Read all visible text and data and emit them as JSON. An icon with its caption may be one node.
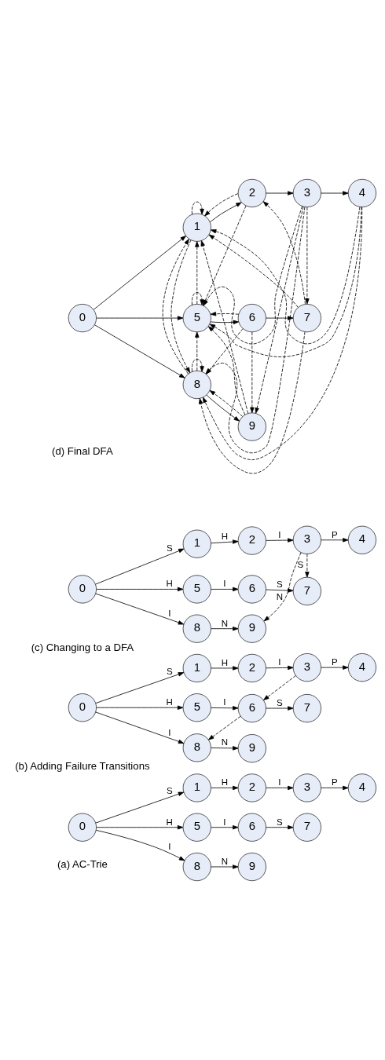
{
  "diagram": {
    "nodes": [
      {
        "text": [
          "0"
        ]
      },
      {
        "text": [
          "1"
        ]
      },
      {
        "text": [
          "2"
        ]
      },
      {
        "text": [
          "3"
        ]
      },
      {
        "text": [
          "4"
        ]
      },
      {
        "text": [
          "5"
        ]
      },
      {
        "text": [
          "6"
        ]
      },
      {
        "text": [
          "7"
        ]
      },
      {
        "text": [
          "8"
        ]
      },
      {
        "text": [
          "9"
        ]
      },
      {
        "text": [
          "0"
        ]
      },
      {
        "text": [
          "1"
        ]
      },
      {
        "text": [
          "2"
        ]
      },
      {
        "text": [
          "3"
        ]
      },
      {
        "text": [
          "4"
        ]
      },
      {
        "text": [
          "5"
        ]
      },
      {
        "text": [
          "6"
        ]
      },
      {
        "text": [
          "7"
        ]
      },
      {
        "text": [
          "8"
        ]
      },
      {
        "text": [
          "9"
        ]
      },
      {
        "text": [
          "0"
        ]
      },
      {
        "text": [
          "1"
        ]
      },
      {
        "text": [
          "2"
        ]
      },
      {
        "text": [
          "3"
        ]
      },
      {
        "text": [
          "4"
        ]
      },
      {
        "text": [
          "5"
        ]
      },
      {
        "text": [
          "6"
        ]
      },
      {
        "text": [
          "7"
        ]
      },
      {
        "text": [
          "8"
        ]
      },
      {
        "text": [
          "9"
        ]
      },
      {
        "text": [
          "0"
        ]
      },
      {
        "text": [
          "1"
        ]
      },
      {
        "text": [
          "2"
        ]
      },
      {
        "text": [
          "3"
        ]
      },
      {
        "text": [
          "4"
        ]
      },
      {
        "text": [
          "5"
        ]
      },
      {
        "text": [
          "6"
        ]
      },
      {
        "text": [
          "7"
        ]
      },
      {
        "text": [
          "8"
        ]
      },
      {
        "text": [
          "9"
        ]
      }
    ],
    "edges": [
      {
        "from": 0,
        "to": 1,
        "arrow": "to",
        "label": "S"
      },
      {
        "from": 1,
        "to": 2,
        "arrow": "to",
        "label": "H"
      },
      {
        "from": 2,
        "to": 3,
        "arrow": "to",
        "label": "I"
      },
      {
        "from": 3,
        "to": 4,
        "arrow": "to",
        "label": "P"
      },
      {
        "from": 0,
        "to": 5,
        "arrow": "to",
        "label": "H"
      },
      {
        "from": 5,
        "to": 6,
        "arrow": "to",
        "label": "I"
      },
      {
        "from": 6,
        "to": 7,
        "arrow": "to",
        "label": "S"
      },
      {
        "from": 0,
        "to": 8,
        "arrow": "to",
        "label": "I"
      },
      {
        "from": 8,
        "to": 9,
        "arrow": "to",
        "label": "N"
      },
      {
        "from": 10,
        "to": 11,
        "arrow": "to",
        "label": "S"
      },
      {
        "from": 11,
        "to": 12,
        "arrow": "to",
        "label": "H"
      },
      {
        "from": 12,
        "to": 13,
        "arrow": "to",
        "label": "I"
      },
      {
        "from": 13,
        "to": 14,
        "arrow": "to",
        "label": "P"
      },
      {
        "from": 10,
        "to": 15,
        "arrow": "to",
        "label": "H"
      },
      {
        "from": 15,
        "to": 16,
        "arrow": "to",
        "label": "I"
      },
      {
        "from": 16,
        "to": 17,
        "arrow": "to",
        "label": "S"
      },
      {
        "from": 10,
        "to": 18,
        "arrow": "to",
        "label": "I"
      },
      {
        "from": 18,
        "to": 19,
        "arrow": "to",
        "label": "N"
      },
      {
        "from": 13,
        "to": 16,
        "arrow": "to",
        "style": "dashed"
      },
      {
        "from": 16,
        "to": 18,
        "arrow": "to",
        "style": "dashed"
      },
      {
        "from": 20,
        "to": 21,
        "arrow": "to",
        "label": "S"
      },
      {
        "from": 21,
        "to": 22,
        "arrow": "to",
        "label": "H"
      },
      {
        "from": 22,
        "to": 23,
        "arrow": "to",
        "label": "I"
      },
      {
        "from": 23,
        "to": 24,
        "arrow": "to",
        "label": "P"
      },
      {
        "from": 20,
        "to": 25,
        "arrow": "to",
        "label": "H"
      },
      {
        "from": 25,
        "to": 26,
        "arrow": "to",
        "label": "I"
      },
      {
        "from": 26,
        "to": 27,
        "arrow": "to",
        "label": "S"
      },
      {
        "from": 20,
        "to": 28,
        "arrow": "to",
        "label": "I"
      },
      {
        "from": 28,
        "to": 29,
        "arrow": "to",
        "label": "N"
      },
      {
        "from": 23,
        "to": 27,
        "arrow": "to",
        "label": "S",
        "style": "dashed"
      },
      {
        "from": 23,
        "to": 29,
        "arrow": "to",
        "label": "N",
        "style": "dashed"
      },
      {
        "from": 30,
        "to": 31,
        "arrow": "to"
      },
      {
        "from": 31,
        "to": 32,
        "arrow": "to"
      },
      {
        "from": 32,
        "to": 33,
        "arrow": "to"
      },
      {
        "from": 33,
        "to": 34,
        "arrow": "to"
      },
      {
        "from": 30,
        "to": 35,
        "arrow": "to"
      },
      {
        "from": 35,
        "to": 36,
        "arrow": "to"
      },
      {
        "from": 36,
        "to": 37,
        "arrow": "to"
      },
      {
        "from": 30,
        "to": 38,
        "arrow": "to"
      },
      {
        "from": 38,
        "to": 39,
        "arrow": "to"
      },
      {
        "from": 31,
        "to": 31,
        "arrow": "to",
        "style": "dashed"
      },
      {
        "from": 31,
        "to": 38,
        "arrow": "to",
        "style": "dashed"
      },
      {
        "from": 32,
        "to": 31,
        "arrow": "to",
        "style": "dashed"
      },
      {
        "from": 32,
        "to": 35,
        "arrow": "to",
        "style": "dashed"
      },
      {
        "from": 33,
        "to": 37,
        "arrow": "to",
        "style": "dashed"
      },
      {
        "from": 33,
        "to": 39,
        "arrow": "to",
        "style": "dashed"
      },
      {
        "from": 33,
        "to": 35,
        "arrow": "to",
        "style": "dashed"
      },
      {
        "from": 33,
        "to": 38,
        "arrow": "to",
        "style": "dashed"
      },
      {
        "from": 34,
        "to": 31,
        "arrow": "to",
        "style": "dashed"
      },
      {
        "from": 34,
        "to": 35,
        "arrow": "to",
        "style": "dashed"
      },
      {
        "from": 34,
        "to": 38,
        "arrow": "to",
        "style": "dashed"
      },
      {
        "from": 35,
        "to": 31,
        "arrow": "to",
        "style": "dashed"
      },
      {
        "from": 35,
        "to": 35,
        "arrow": "to",
        "style": "dashed"
      },
      {
        "from": 36,
        "to": 39,
        "arrow": "to",
        "style": "dashed"
      },
      {
        "from": 36,
        "to": 35,
        "arrow": "to",
        "style": "dashed"
      },
      {
        "from": 36,
        "to": 38,
        "arrow": "to",
        "style": "dashed"
      },
      {
        "from": 37,
        "to": 31,
        "arrow": "to",
        "style": "dashed"
      },
      {
        "from": 37,
        "to": 32,
        "arrow": "to",
        "style": "dashed"
      },
      {
        "from": 37,
        "to": 38,
        "arrow": "to",
        "style": "dashed"
      },
      {
        "from": 38,
        "to": 31,
        "arrow": "to",
        "style": "dashed"
      },
      {
        "from": 38,
        "to": 35,
        "arrow": "to",
        "style": "dashed"
      },
      {
        "from": 38,
        "to": 38,
        "arrow": "to",
        "style": "dashed"
      },
      {
        "from": 39,
        "to": 31,
        "arrow": "to",
        "style": "dashed"
      },
      {
        "from": 39,
        "to": 35,
        "arrow": "to",
        "style": "dashed"
      },
      {
        "from": 39,
        "to": 38,
        "arrow": "to",
        "style": "dashed"
      }
    ],
    "labels": [
      "(a) AC-Trie",
      "(b) Adding Failure Transitions",
      "(c) Changing to a DFA",
      "(d) Final DFA"
    ]
  }
}
